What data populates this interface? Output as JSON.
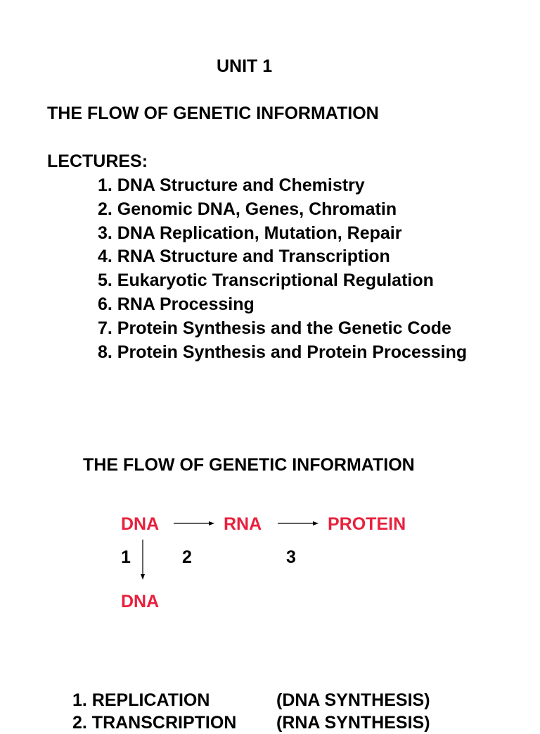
{
  "unit_title": "UNIT 1",
  "section_title": "THE FLOW OF GENETIC INFORMATION",
  "lectures_label": "LECTURES:",
  "lectures": [
    "1. DNA Structure and Chemistry",
    "2. Genomic DNA, Genes, Chromatin",
    "3. DNA Replication, Mutation, Repair",
    "4. RNA Structure and Transcription",
    "5. Eukaryotic Transcriptional Regulation",
    "6. RNA Processing",
    "7. Protein Synthesis and the Genetic Code",
    "8. Protein Synthesis and Protein Processing"
  ],
  "diagram": {
    "title": "THE FLOW OF GENETIC INFORMATION",
    "node_dna": "DNA",
    "node_rna": "RNA",
    "node_protein": "PROTEIN",
    "node_dna_product": "DNA",
    "step_1": "1",
    "step_2": "2",
    "step_3": "3",
    "node_color": "#e8213d"
  },
  "processes": [
    {
      "name": "1. REPLICATION",
      "description": "(DNA SYNTHESIS)"
    },
    {
      "name": "2. TRANSCRIPTION",
      "description": "(RNA SYNTHESIS)"
    }
  ]
}
